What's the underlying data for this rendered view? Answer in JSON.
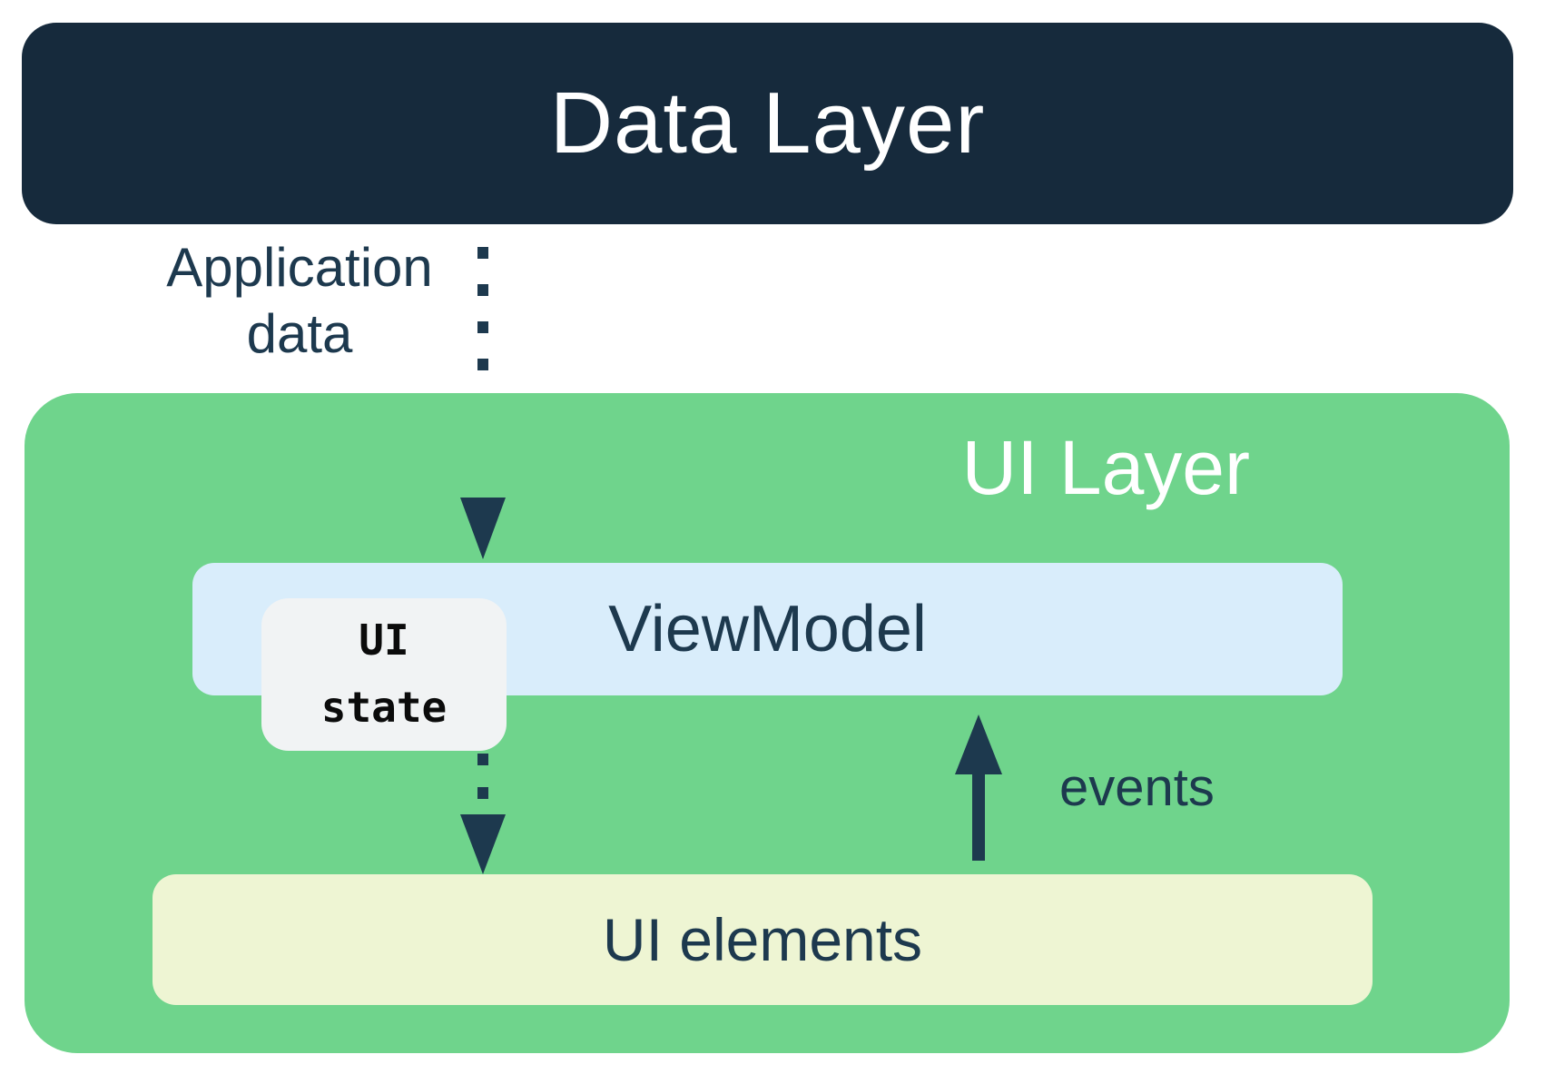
{
  "colors": {
    "navy-box": "#162a3c",
    "ink": "#1d394e",
    "green": "#6fd48c",
    "blue": "#d9edfb",
    "yellow": "#eef5d3",
    "gray": "#f1f3f4",
    "white": "#ffffff"
  },
  "diagram": {
    "data_layer": {
      "title": "Data Layer"
    },
    "application_data_arrow": {
      "label": "Application\ndata"
    },
    "ui_layer": {
      "title": "UI Layer"
    },
    "viewmodel": {
      "title": "ViewModel"
    },
    "ui_state": {
      "label": "UI\nstate"
    },
    "events_arrow": {
      "label": "events"
    },
    "ui_elements": {
      "title": "UI elements"
    }
  }
}
